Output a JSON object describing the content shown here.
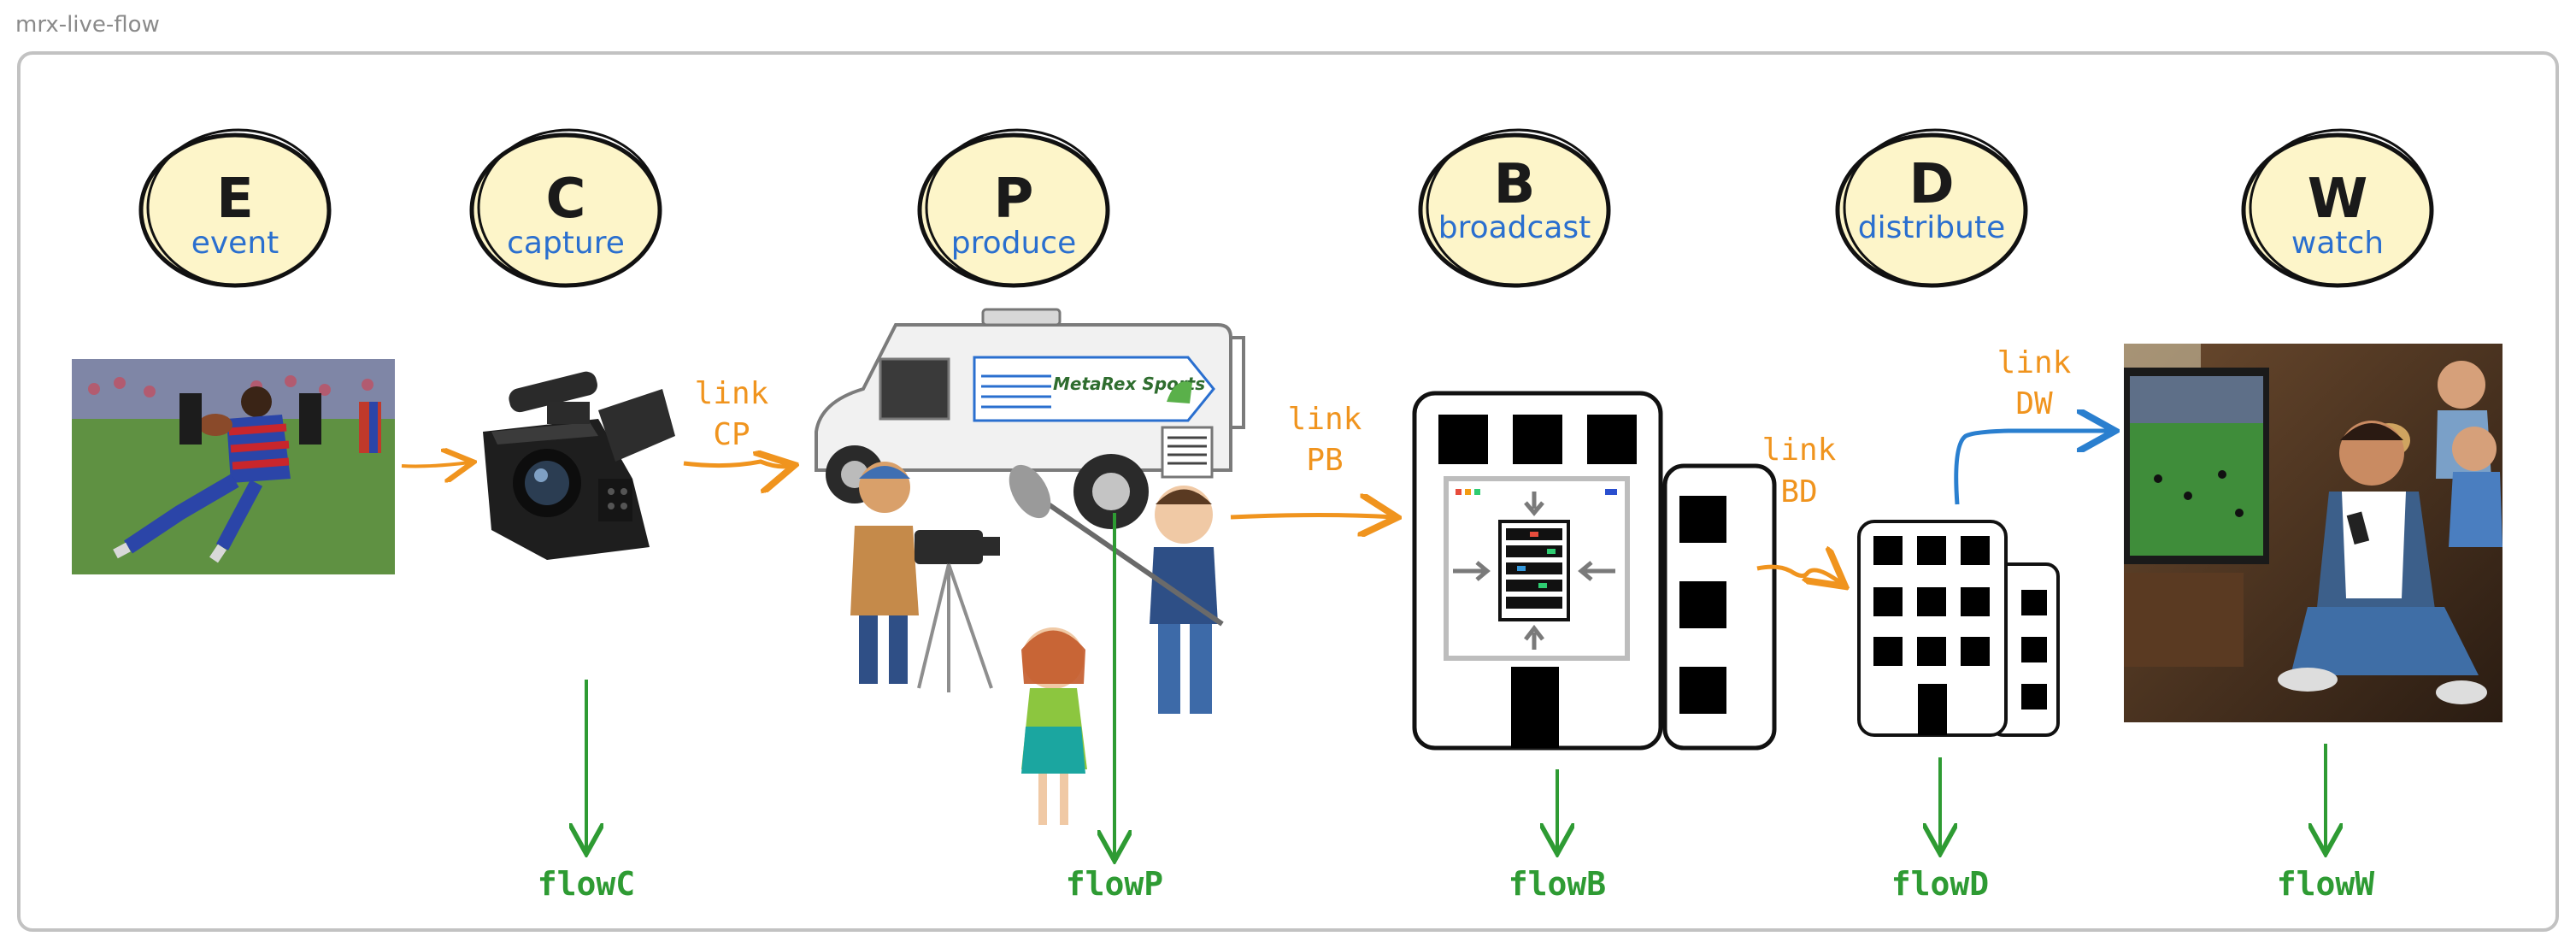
{
  "frame": {
    "title": "mrx-live-flow"
  },
  "stages": [
    {
      "letter": "E",
      "word": "event"
    },
    {
      "letter": "C",
      "word": "capture"
    },
    {
      "letter": "P",
      "word": "produce"
    },
    {
      "letter": "B",
      "word": "broadcast"
    },
    {
      "letter": "D",
      "word": "distribute"
    },
    {
      "letter": "W",
      "word": "watch"
    }
  ],
  "links": [
    {
      "word": "link",
      "code": "CP"
    },
    {
      "word": "link",
      "code": "PB"
    },
    {
      "word": "link",
      "code": "BD"
    },
    {
      "word": "link",
      "code": "DW"
    }
  ],
  "flows": [
    "flowC",
    "flowP",
    "flowB",
    "flowD",
    "flowW"
  ],
  "van": {
    "brand": "MetaRex Sports"
  },
  "colors": {
    "stage_fill": "#fdf5c9",
    "stage_text": "#2a6fcf",
    "link": "#f0941e",
    "link_dw": "#2a7fcf",
    "flow": "#2e9b33"
  },
  "illustrations": {
    "event": "rugby-match-photo",
    "capture": "video-camera-icon",
    "produce": "broadcast-van-crew-illustration",
    "broadcast": "datacenter-building-icon",
    "distribute": "office-building-icon",
    "watch": "family-watching-tv-photo"
  }
}
